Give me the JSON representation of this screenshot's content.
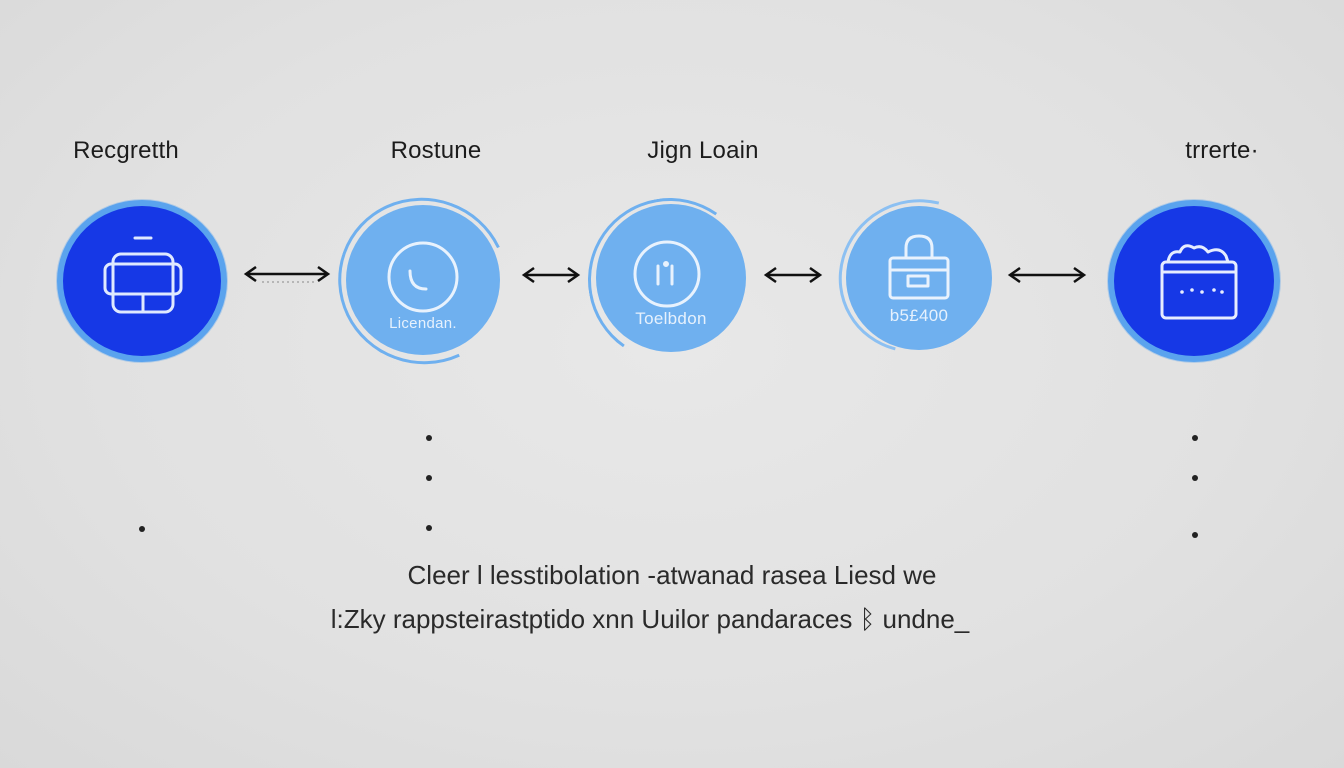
{
  "steps": [
    {
      "label": "Recgretth",
      "inner_text": "",
      "icon": "package-icon"
    },
    {
      "label": "Rostune",
      "inner_text": "Licendan.",
      "icon": "clock-icon"
    },
    {
      "label": "Jign Loain",
      "inner_text": "Toelbdon",
      "icon": "gauge-icon"
    },
    {
      "label": "",
      "inner_text": "b5£400",
      "icon": "shopping-bag-icon"
    },
    {
      "label": "trrerte·",
      "inner_text": "",
      "icon": "cart-icon"
    }
  ],
  "caption": {
    "line1": "Cleer l lesstibolation -atwanad rasea Liesd we",
    "line2": "l:Zky rappsteirastptido xnn Uuilor pandaraces ᛒ undne_"
  },
  "colors": {
    "dark_node": "#1638e6",
    "light_node": "#6fb0ef",
    "node_border": "#5aa3ee",
    "background": "#e1e1e1"
  }
}
